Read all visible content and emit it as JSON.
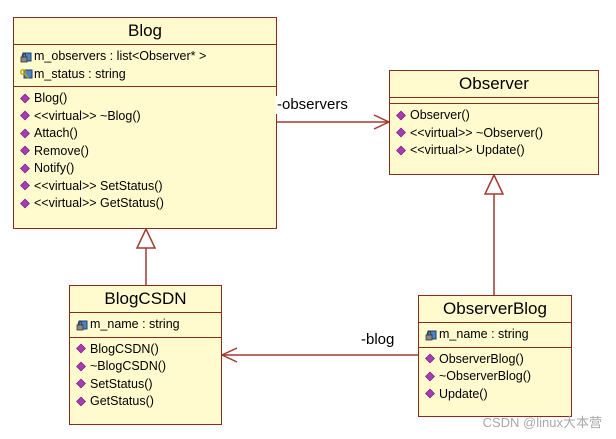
{
  "classes": {
    "blog": {
      "name": "Blog",
      "attributes": [
        "m_observers : list<Observer* >",
        "m_status : string"
      ],
      "operations": [
        "Blog()",
        "<<virtual>> ~Blog()",
        "Attach()",
        "Remove()",
        "Notify()",
        "<<virtual>> SetStatus()",
        "<<virtual>> GetStatus()"
      ]
    },
    "observer": {
      "name": "Observer",
      "operations": [
        "Observer()",
        "<<virtual>> ~Observer()",
        "<<virtual>> Update()"
      ]
    },
    "blog_csdn": {
      "name": "BlogCSDN",
      "attributes": [
        "m_name : string"
      ],
      "operations": [
        "BlogCSDN()",
        "~BlogCSDN()",
        "SetStatus()",
        "GetStatus()"
      ]
    },
    "observer_blog": {
      "name": "ObserverBlog",
      "attributes": [
        "m_name : string"
      ],
      "operations": [
        "ObserverBlog()",
        "~ObserverBlog()",
        "Update()"
      ]
    }
  },
  "associations": {
    "observers_label": "-observers",
    "blog_label": "-blog"
  },
  "watermark": "CSDN @linux大本营",
  "icons": {
    "attribute": "private-attribute-icon",
    "attribute_key": "key-attribute-icon",
    "operation": "operation-icon"
  },
  "colors": {
    "class_fill": "#fffbcf",
    "border": "#8c2a20",
    "connector": "#a33a30",
    "operation_icon": "#a93ab8"
  }
}
